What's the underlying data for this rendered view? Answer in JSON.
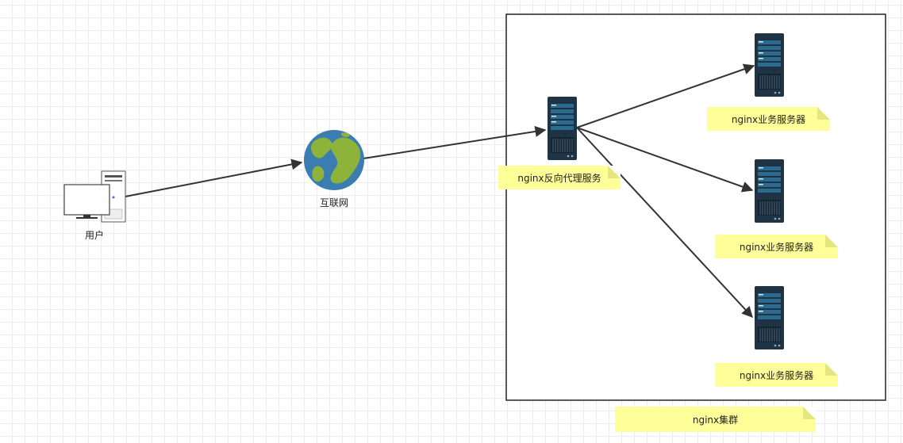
{
  "nodes": {
    "user": {
      "label": "用户"
    },
    "internet": {
      "label": "互联网"
    },
    "proxy": {
      "note": "nginx反向代理服务"
    },
    "server1": {
      "note": "nginx业务服务器"
    },
    "server2": {
      "note": "nginx业务服务器"
    },
    "server3": {
      "note": "nginx业务服务器"
    },
    "cluster": {
      "note": "nginx集群"
    }
  },
  "colors": {
    "edge": "#333333",
    "note": "#ffff99",
    "server_body": "#1e3344",
    "server_panel": "#2c6a8f",
    "globe_ocean": "#3b7db0",
    "globe_land": "#8db33a"
  },
  "icons": {
    "user": "desktop-computer-icon",
    "internet": "globe-icon",
    "server": "server-rack-icon"
  }
}
